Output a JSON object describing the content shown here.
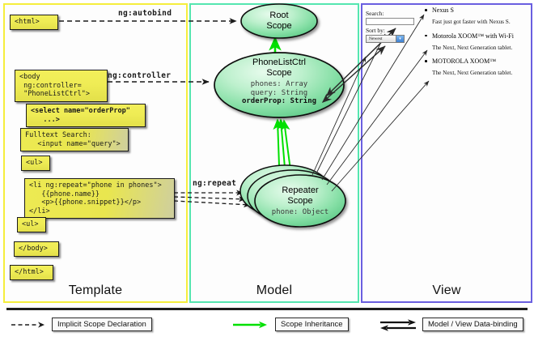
{
  "panels": [
    {
      "key": "template",
      "label": "Template",
      "color": "#f5ee3c"
    },
    {
      "key": "model",
      "label": "Model",
      "color": "#55e6b0"
    },
    {
      "key": "view",
      "label": "View",
      "color": "#6a5fe0"
    }
  ],
  "template": {
    "boxes": [
      {
        "name": "html-open-tag",
        "text": "<html>"
      },
      {
        "name": "body-controller-tag",
        "text": "<body\n ng:controller=\n \"PhoneListCtrl\">"
      },
      {
        "name": "select-orderprop-tag",
        "text": "<select name=\"orderProp\"\n   ...>"
      },
      {
        "name": "fulltext-search-input",
        "text": "Fulltext Search:\n   <input name=\"query\">"
      },
      {
        "name": "ul-open-tag",
        "text": "<ul>"
      },
      {
        "name": "li-ngrepeat-block",
        "text": "<li ng:repeat=\"phone in phones\">\n   {{phone.name}}\n   <p>{{phone.snippet}}</p>\n</li>"
      },
      {
        "name": "ul-close-tag",
        "text": "<ul>"
      },
      {
        "name": "body-close-tag",
        "text": "</body>"
      },
      {
        "name": "html-close-tag",
        "text": "</html>"
      }
    ]
  },
  "edges": {
    "autobind": "ng:autobind",
    "controller": "ng:controller",
    "repeat": "ng:repeat"
  },
  "model": {
    "scopes": [
      {
        "name": "root-scope",
        "title_line1": "Root",
        "title_line2": "Scope",
        "props": []
      },
      {
        "name": "phonelistctrl-scope",
        "title_line1": "PhoneListCtrl",
        "title_line2": "Scope",
        "props": [
          "phones: Array",
          "query: String",
          "orderProp: String"
        ],
        "bold_prop": "orderProp: String"
      },
      {
        "name": "repeater-scope",
        "title_line1": "Repeater",
        "title_line2": "Scope",
        "props": [
          "phone: Object"
        ]
      }
    ]
  },
  "view": {
    "search_label": "Search:",
    "search_value": "",
    "sort_label": "Sort by:",
    "sort_selected": "Newest",
    "phones": [
      {
        "name": "Nexus S",
        "snippet": "Fast just got faster with Nexus S."
      },
      {
        "name": "Motorola XOOM™ with Wi-Fi",
        "snippet": "The Next, Next Generation tablet."
      },
      {
        "name": "MOTOROLA XOOM™",
        "snippet": "The Next, Next Generation tablet."
      }
    ]
  },
  "legend": [
    {
      "name": "legend-implicit-scope-declaration",
      "label": "Implicit Scope Declaration",
      "style": "dashed",
      "color": "#1d1d1d"
    },
    {
      "name": "legend-scope-inheritance",
      "label": "Scope Inheritance",
      "style": "solid",
      "color": "#00e000"
    },
    {
      "name": "legend-model-view-databinding",
      "label": "Model / View Data-binding",
      "style": "double",
      "color": "#111111"
    }
  ]
}
